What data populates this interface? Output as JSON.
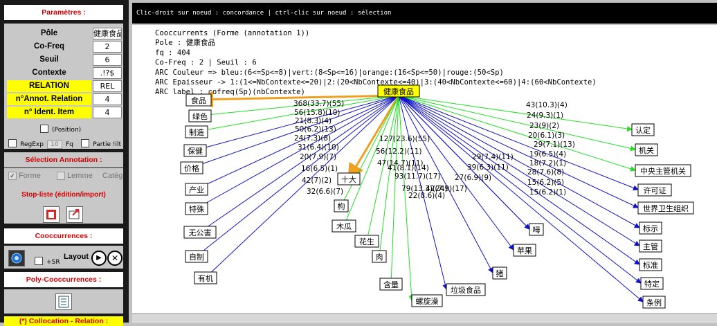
{
  "left_panel": {
    "parametres_header": "Paramètres :",
    "params": [
      {
        "label": "Pôle",
        "value": "健康食品"
      },
      {
        "label": "Co-Freq",
        "value": "2"
      },
      {
        "label": "Seuil",
        "value": "6"
      },
      {
        "label": "Contexte",
        "value": ".!?$"
      },
      {
        "label": "RELATION",
        "value": "REL"
      },
      {
        "label": "n°Annot. Relation",
        "value": "4"
      },
      {
        "label": "n° Ident. Item",
        "value": "4"
      }
    ],
    "position_label": "(Position)",
    "regexp_label": "RegExp",
    "regexp_value": "10",
    "fq_label": "Fq",
    "partie_label": "Partie !ilt",
    "selection_header": "Sélection Annotation :",
    "forme_label": "Forme",
    "lemme_label": "Lemme",
    "categ_label": "Catég",
    "stoplist_label": "Stop-liste (édition/import)",
    "cooccurrences_header": "Cooccurrences :",
    "sr_label": "+SR",
    "layout_label": "Layout",
    "poly_header": "Poly-Cooccurrences :",
    "collocation_header": "(*) Collocation - Relation :"
  },
  "top_bar": {
    "instruction": "Clic-droit sur noeud : concordance | ctrl-clic sur noeud : sélection"
  },
  "info_lines": [
    "Cooccurrents (Forme (annotation 1))",
    "Pole : 健康食品",
    "fq : 404",
    "Co-Freq : 2 | Seuil : 6",
    "ARC Couleur => bleu:(6<=Sp<=8)|vert:(8<Sp<=16)|orange:(16<Sp<=50)|rouge:(50<Sp)",
    "ARC Epaisseur -> 1:(1<=NbContexte<=20)|2:(20<NbContexte<=40)|3:(40<NbContexte<=60)|4:(60<NbContexte)",
    "ARC label : cofreq(Sp)(nbContexte)"
  ],
  "colors": {
    "blue": "#1010c8",
    "green": "#20e020",
    "orange": "#f0a020",
    "red": "#e00000",
    "pole_bg": "#ffff00"
  },
  "graph": {
    "pole": "健康食品",
    "nodes": [
      {
        "id": "shipin",
        "label": "食品"
      },
      {
        "id": "lvse",
        "label": "绿色"
      },
      {
        "id": "zhizao",
        "label": "制造"
      },
      {
        "id": "baojian",
        "label": "保健"
      },
      {
        "id": "jiage",
        "label": "价格"
      },
      {
        "id": "chanye",
        "label": "产业"
      },
      {
        "id": "teshu",
        "label": "特殊"
      },
      {
        "id": "wugonghai",
        "label": "无公害"
      },
      {
        "id": "zizhi",
        "label": "自制"
      },
      {
        "id": "youji",
        "label": "有机"
      },
      {
        "id": "shida",
        "label": "十大"
      },
      {
        "id": "gou",
        "label": "枸"
      },
      {
        "id": "mugua",
        "label": "木瓜"
      },
      {
        "id": "huasheng",
        "label": "花生"
      },
      {
        "id": "rou",
        "label": "肉"
      },
      {
        "id": "hanliang",
        "label": "含量"
      },
      {
        "id": "luoxuanzao",
        "label": "螺旋澡"
      },
      {
        "id": "laji",
        "label": "垃圾食品"
      },
      {
        "id": "zhu",
        "label": "猪"
      },
      {
        "id": "pingguo",
        "label": "苹果"
      },
      {
        "id": "hu",
        "label": "呣"
      },
      {
        "id": "rending",
        "label": "认定"
      },
      {
        "id": "jiguan",
        "label": "机关"
      },
      {
        "id": "zhongyang",
        "label": "中央主管机关"
      },
      {
        "id": "xuke",
        "label": "许可证"
      },
      {
        "id": "who",
        "label": "世界卫生组织"
      },
      {
        "id": "biaoshi",
        "label": "标示"
      },
      {
        "id": "zhuguan",
        "label": "主管"
      },
      {
        "id": "biaozhun",
        "label": "标准"
      },
      {
        "id": "teding",
        "label": "特定"
      },
      {
        "id": "tiaoli",
        "label": "条例"
      }
    ],
    "edges": [
      {
        "to": "shipin",
        "label": "368(33.7)(55)",
        "color": "orange"
      },
      {
        "to": "lvse",
        "label": "56(15.8)(10)",
        "color": "green"
      },
      {
        "to": "zhizao",
        "label": "21(8.3)(4)",
        "color": "green"
      },
      {
        "to": "baojian",
        "label": "50(6.2)(13)",
        "color": "blue"
      },
      {
        "to": "jiage",
        "label": "24(7.3)(8)",
        "color": "blue"
      },
      {
        "to": "chanye",
        "label": "31(6.4)(10)",
        "color": "blue"
      },
      {
        "to": "teshu",
        "label": "20(7.9)(7)",
        "color": "blue"
      },
      {
        "to": "wugonghai",
        "label": "16(6.5)(1)",
        "color": "blue"
      },
      {
        "to": "zizhi",
        "label": "42(7)(2)",
        "color": "blue"
      },
      {
        "to": "youji",
        "label": "32(6.6)(7)",
        "color": "blue"
      },
      {
        "to": "shida",
        "label": "127(23.6)(55)",
        "color": "orange"
      },
      {
        "to": "gou",
        "label": "",
        "color": "green"
      },
      {
        "to": "mugua",
        "label": "56(12.2)(11)",
        "color": "green"
      },
      {
        "to": "huasheng",
        "label": "47(14.7)(11)",
        "color": "green"
      },
      {
        "to": "rou",
        "label": "41(8.1)(14)",
        "color": "green"
      },
      {
        "to": "hanliang",
        "label": "93(11.7)(17)",
        "color": "green"
      },
      {
        "to": "luoxuanzao",
        "label": "79(13.3)(24)",
        "color": "green"
      },
      {
        "to": "laji",
        "label": "22(8.6)(4)",
        "color": "blue"
      },
      {
        "to": "zhu",
        "label": "42(7.9)(17)",
        "color": "blue"
      },
      {
        "to": "pingguo",
        "label": "27(6.9)(9)",
        "color": "blue"
      },
      {
        "to": "hu",
        "label": "39(6.3)(11)",
        "color": "blue"
      },
      {
        "to": "rending",
        "label": "43(10.3)(4)",
        "color": "green"
      },
      {
        "to": "jiguan",
        "label": "24(9.3)(1)",
        "color": "green"
      },
      {
        "to": "zhongyang",
        "label": "23(9)(2)",
        "color": "green"
      },
      {
        "to": "xuke",
        "label": "20(6.1)(3)",
        "color": "blue"
      },
      {
        "to": "who",
        "label": "29(7.1)(13)",
        "color": "blue"
      },
      {
        "to": "biaoshi",
        "label": "19(6.5)(4)",
        "color": "blue"
      },
      {
        "to": "zhuguan",
        "label": "18(7.2)(1)",
        "color": "blue"
      },
      {
        "to": "biaozhun",
        "label": "28(7.6)(8)",
        "color": "blue"
      },
      {
        "to": "teding",
        "label": "15(6.2)(5)",
        "color": "blue"
      },
      {
        "to": "tiaoli",
        "label": "15(6.2)(1)",
        "color": "blue"
      },
      {
        "to": "hu",
        "label": "29(7.4)(11)",
        "color": "blue"
      }
    ]
  }
}
